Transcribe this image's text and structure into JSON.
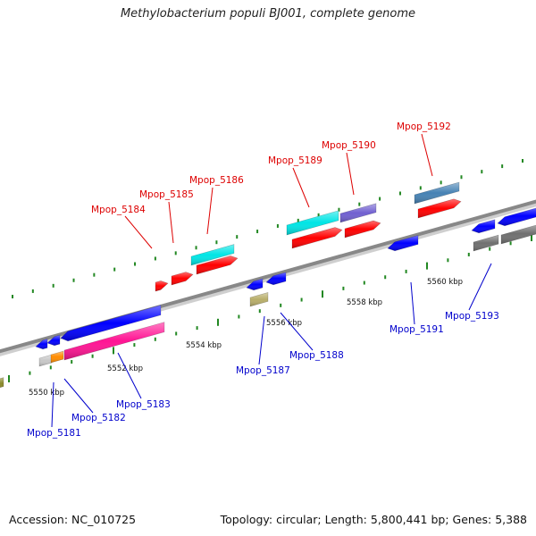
{
  "title": "Methylobacterium populi BJ001, complete genome",
  "footer": {
    "accession": "Accession: NC_010725",
    "summary": "Topology: circular; Length: 5,800,441 bp; Genes: 5,388"
  },
  "colors": {
    "forward_label": "#dd0000",
    "reverse_label": "#0000cc",
    "backbone": "#888888",
    "tick": "#228822"
  },
  "scale_labels": [
    "5550 kbp",
    "5552 kbp",
    "5554 kbp",
    "5556 kbp",
    "5558 kbp",
    "5560 kbp"
  ],
  "genes_forward": [
    {
      "name": "Mpop_5184"
    },
    {
      "name": "Mpop_5185"
    },
    {
      "name": "Mpop_5186"
    },
    {
      "name": "Mpop_5189"
    },
    {
      "name": "Mpop_5190"
    },
    {
      "name": "Mpop_5192"
    }
  ],
  "genes_reverse": [
    {
      "name": "Mpop_5181"
    },
    {
      "name": "Mpop_5182"
    },
    {
      "name": "Mpop_5183"
    },
    {
      "name": "Mpop_5187"
    },
    {
      "name": "Mpop_5188"
    },
    {
      "name": "Mpop_5191"
    },
    {
      "name": "Mpop_5193"
    }
  ]
}
